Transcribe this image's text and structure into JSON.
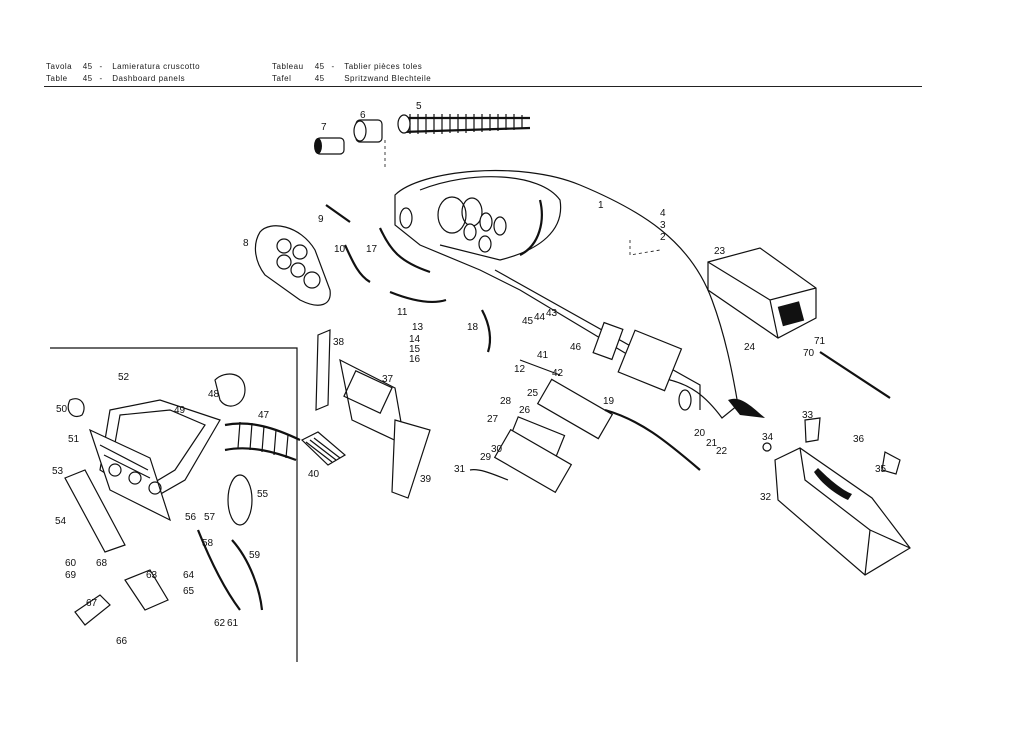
{
  "header": {
    "left": [
      {
        "word": "Tavola",
        "num": "45",
        "sep": "-",
        "title": "Lamieratura cruscotto"
      },
      {
        "word": "Table",
        "num": "45",
        "sep": "-",
        "title": "Dashboard panels"
      }
    ],
    "right": [
      {
        "word": "Tableau",
        "num": "45",
        "sep": "-",
        "title": "Tablier pièces toles"
      },
      {
        "word": "Tafel",
        "num": "45",
        "sep": "",
        "title": "Spritzwand Blechteile"
      }
    ]
  },
  "callouts": [
    "1",
    "2",
    "3",
    "4",
    "5",
    "6",
    "7",
    "8",
    "9",
    "10",
    "11",
    "12",
    "13",
    "14",
    "15",
    "16",
    "17",
    "18",
    "19",
    "20",
    "21",
    "22",
    "23",
    "24",
    "25",
    "26",
    "27",
    "28",
    "29",
    "30",
    "31",
    "32",
    "33",
    "34",
    "35",
    "36",
    "37",
    "38",
    "39",
    "40",
    "41",
    "42",
    "43",
    "44",
    "45",
    "46",
    "47",
    "48",
    "49",
    "50",
    "51",
    "52",
    "53",
    "54",
    "55",
    "56",
    "57",
    "58",
    "59",
    "60",
    "61",
    "62",
    "63",
    "64",
    "65",
    "66",
    "67",
    "68",
    "69",
    "70",
    "71"
  ]
}
